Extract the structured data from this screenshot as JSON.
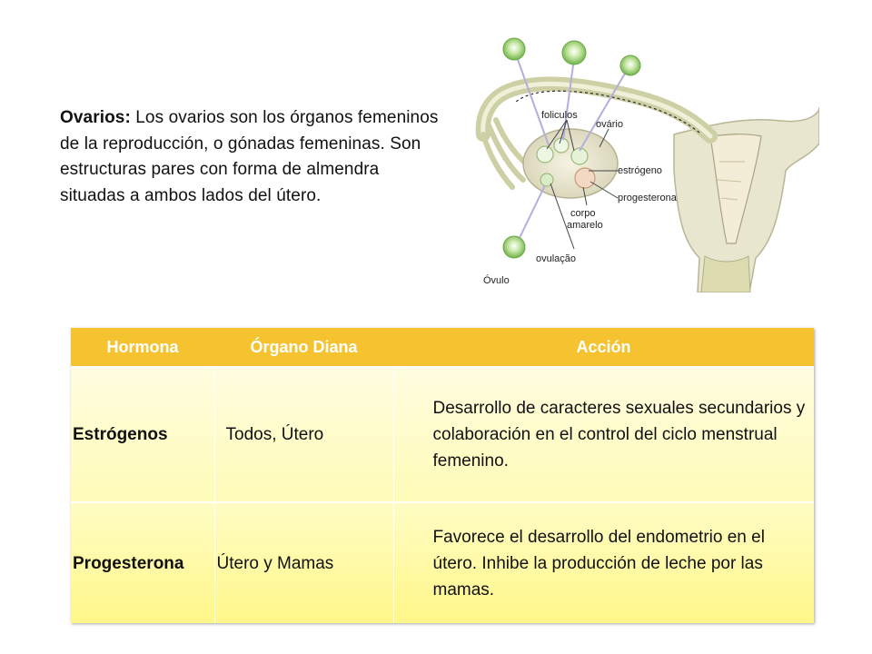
{
  "intro": {
    "term": "Ovarios:",
    "text": " Los ovarios son los órganos femeninos de la reproducción, o gónadas femeninas. Son estructuras pares con forma de almendra situadas a ambos lados del útero."
  },
  "diagram": {
    "labels": {
      "foliculos": "foliculos",
      "ovario": "ovário",
      "estrogeno": "estrógeno",
      "progesterona": "progesterona",
      "corpo": "corpo",
      "amarelo": "amarelo",
      "ovulacao": "ovulação",
      "ovulo": "Óvulo"
    },
    "colors": {
      "tissue": "#e6e3c8",
      "tube": "#d9dbb6",
      "follicle": "#8cc86a",
      "leader": "#b4aedc"
    }
  },
  "table": {
    "headers": [
      "Hormona",
      "Órgano Diana",
      "Acción"
    ],
    "rows": [
      {
        "hormona": "Estrógenos",
        "organo": "Todos, Útero",
        "accion": "Desarrollo de caracteres sexuales secundarios y colaboración en el control del ciclo menstrual femenino."
      },
      {
        "hormona": "Progesterona",
        "organo": "Útero y Mamas",
        "accion": "Favorece el desarrollo del endometrio en el útero. Inhibe la producción de leche por las mamas."
      }
    ],
    "colors": {
      "header": "#f5c330",
      "row_light": "#fffbb8",
      "row_dark": "#fff78a"
    }
  }
}
